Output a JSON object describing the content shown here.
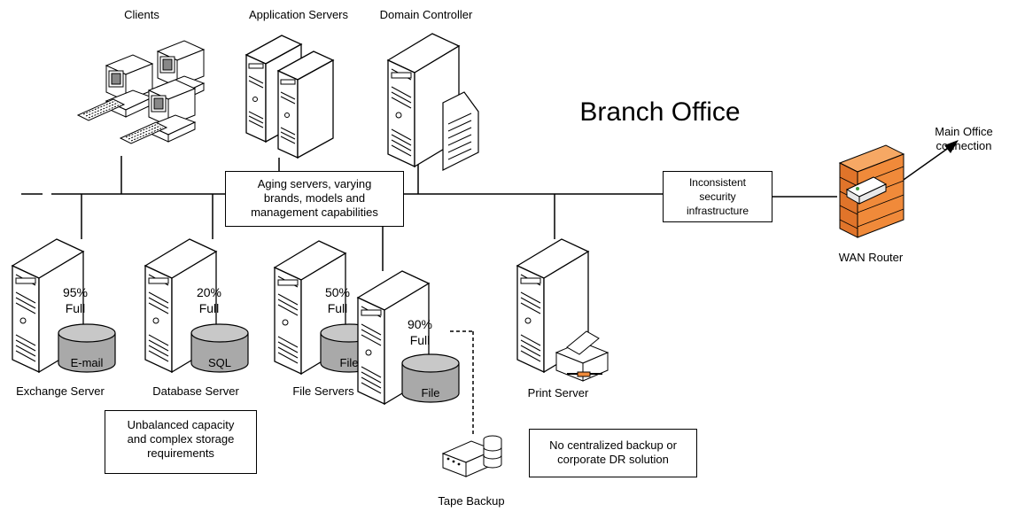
{
  "title": "Branch Office",
  "labels": {
    "clients": "Clients",
    "app_servers": "Application Servers",
    "domain_controller": "Domain Controller",
    "main_office": [
      "Main Office",
      "connection"
    ],
    "wan_router": "WAN Router",
    "exchange": "Exchange Server",
    "database": "Database Server",
    "file_servers": "File Servers",
    "print_server": "Print Server",
    "tape_backup": "Tape Backup"
  },
  "capacity": {
    "exchange": {
      "pct": "95%",
      "full": "Full",
      "disk": "E-mail"
    },
    "database": {
      "pct": "20%",
      "full": "Full",
      "disk": "SQL"
    },
    "file1": {
      "pct": "50%",
      "full": "Full",
      "disk": "File"
    },
    "file2": {
      "pct": "90%",
      "full": "Full",
      "disk": "File"
    }
  },
  "callouts": {
    "aging": [
      "Aging servers, varying",
      "brands, models and",
      "management capabilities"
    ],
    "security": [
      "Inconsistent",
      "security",
      "infrastructure"
    ],
    "capacity": [
      "Unbalanced capacity",
      "and complex storage",
      "requirements"
    ],
    "backup": [
      "No centralized backup or",
      "corporate DR solution"
    ]
  },
  "colors": {
    "router_orange": "#f08a3a",
    "disk_gray": "#a9a9a9",
    "line": "#000000"
  }
}
